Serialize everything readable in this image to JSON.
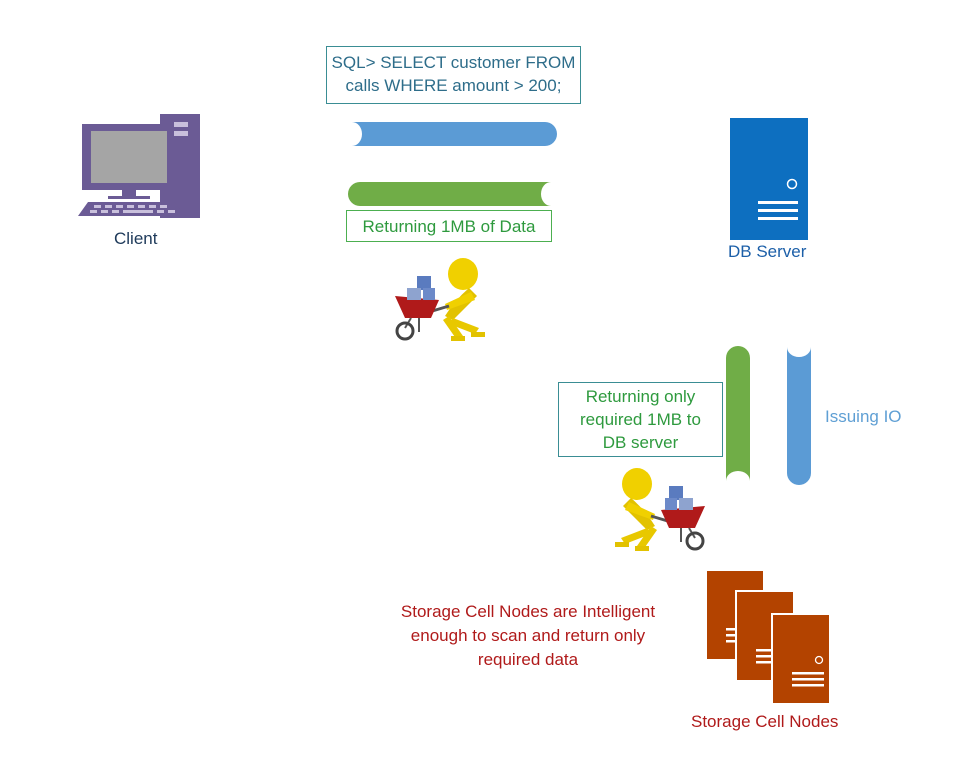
{
  "client": {
    "label": "Client"
  },
  "db_server": {
    "label": "DB Server"
  },
  "storage": {
    "label": "Storage Cell Nodes"
  },
  "query": {
    "line1": "SQL> SELECT customer FROM",
    "line2": "calls WHERE amount > 200;"
  },
  "return_to_client": {
    "text": "Returning 1MB of Data"
  },
  "return_to_db": {
    "line1": "Returning only",
    "line2": "required 1MB to",
    "line3": "DB server"
  },
  "issuing_io": {
    "label": "Issuing IO"
  },
  "note": {
    "line1": "Storage Cell Nodes are Intelligent",
    "line2": "enough to scan and return only",
    "line3": "required data"
  },
  "colors": {
    "client_purple": "#6b5b95",
    "db_blue": "#0d6fc0",
    "storage_orange": "#b34300",
    "pipe_blue": "#5b9bd5",
    "pipe_green": "#70ad47",
    "note_red": "#b01a1a"
  },
  "icons": [
    "desktop-computer-icon",
    "server-icon",
    "storage-server-icon",
    "worker-wheelbarrow-icon"
  ]
}
